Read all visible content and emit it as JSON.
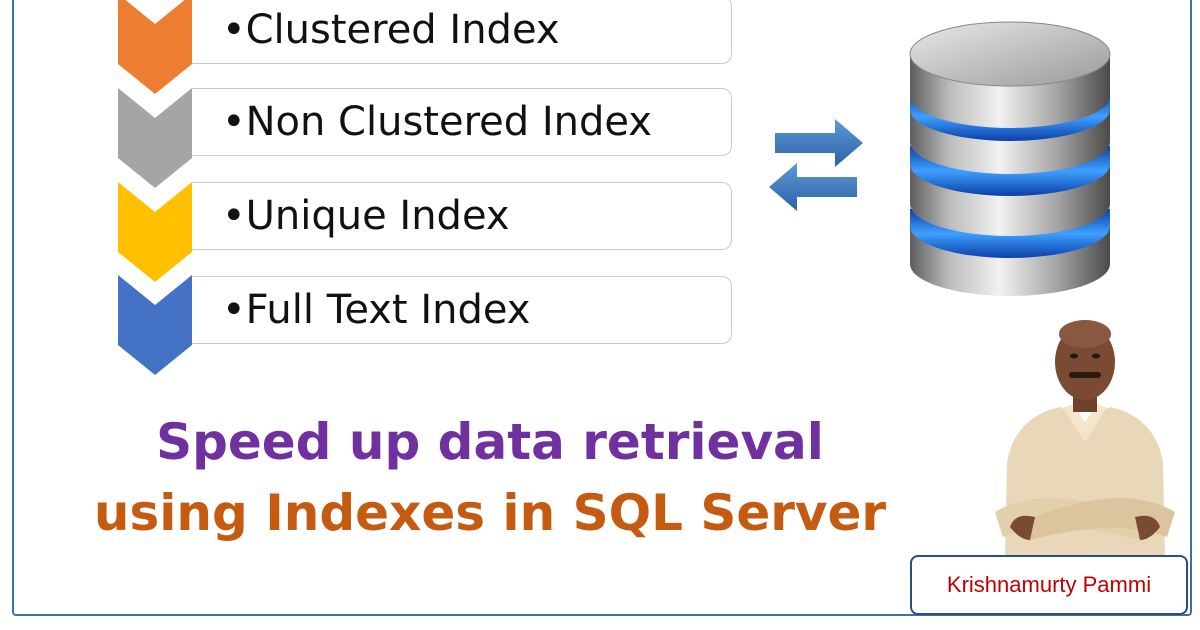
{
  "index_types": [
    {
      "bullet": "•",
      "label": "Clustered Index",
      "color": "#ed7d31"
    },
    {
      "bullet": "•",
      "label": "Non Clustered Index",
      "color": "#a5a5a5"
    },
    {
      "bullet": "•",
      "label": "Unique Index",
      "color": "#ffc000"
    },
    {
      "bullet": "•",
      "label": "Full Text Index",
      "color": "#4472c4"
    }
  ],
  "title": {
    "line1": "Speed up data retrieval",
    "line2": "using Indexes in SQL Server"
  },
  "author": {
    "name": "Krishnamurty Pammi"
  },
  "icons": {
    "arrows": "exchange-arrows-icon",
    "database": "database-icon"
  },
  "colors": {
    "title_line1": "#7030a0",
    "title_line2": "#c55a11",
    "frame": "#3a6fb0",
    "author_name": "#c00000"
  }
}
